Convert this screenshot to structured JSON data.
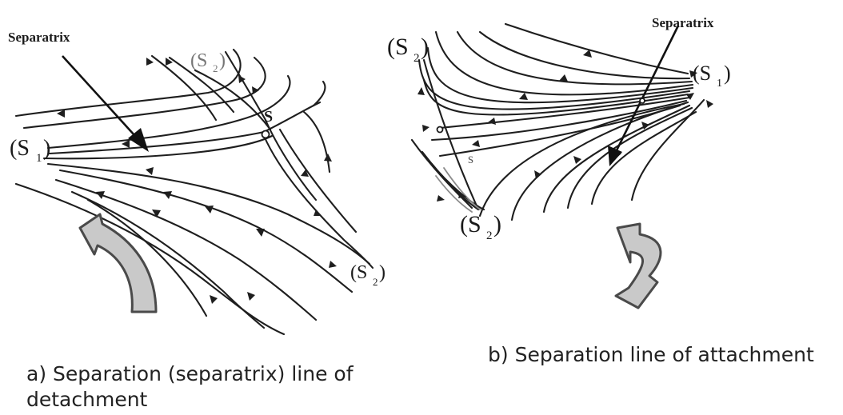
{
  "panel_a": {
    "separatrix_label": "Separatrix",
    "s_label": "S",
    "s1_label": "(S",
    "s1_sub": "1",
    "s2_top_label": "(S",
    "s2_top_sub": "2",
    "s2_bottom_label": "(S",
    "s2_bottom_sub": "2",
    "close_paren": ")",
    "caption_line1": "a) Separation (separatrix) line of",
    "caption_line2": "detachment"
  },
  "panel_b": {
    "separatrix_label": "Separatrix",
    "s_label": "s",
    "s1_label": "(S",
    "s1_sub": "1",
    "s2_top_label": "(S",
    "s2_top_sub": "2",
    "s2_bottom_label": "(S",
    "s2_bottom_sub": "2",
    "close_paren": ")",
    "caption": "b) Separation line of attachment"
  }
}
